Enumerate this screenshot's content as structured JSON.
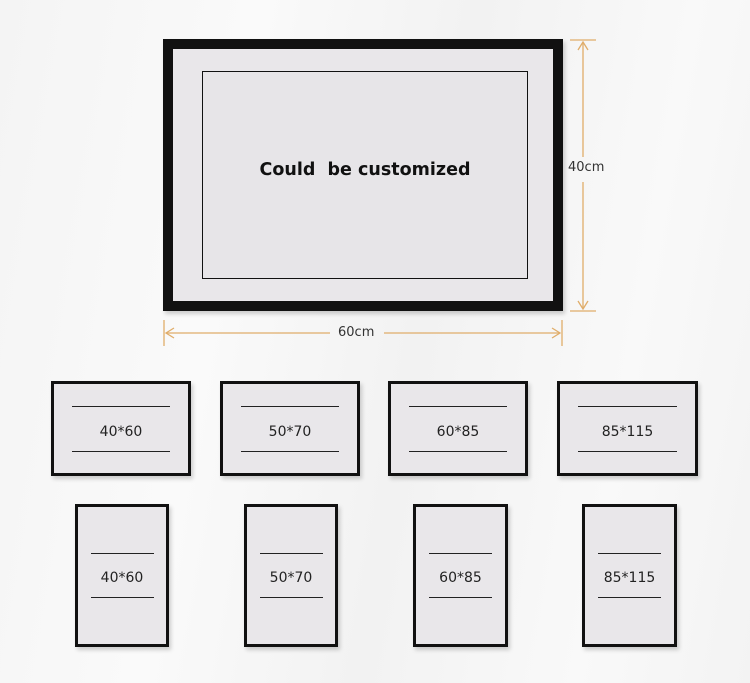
{
  "main_frame": {
    "text": "Could  be customized",
    "width_label": "60cm",
    "height_label": "40cm"
  },
  "colors": {
    "frame": "#111111",
    "mat": "#e9e7ea",
    "dimension_arrow": "#e0ad6a"
  },
  "landscape_sizes": [
    "40*60",
    "50*70",
    "60*85",
    "85*115"
  ],
  "portrait_sizes": [
    "40*60",
    "50*70",
    "60*85",
    "85*115"
  ]
}
